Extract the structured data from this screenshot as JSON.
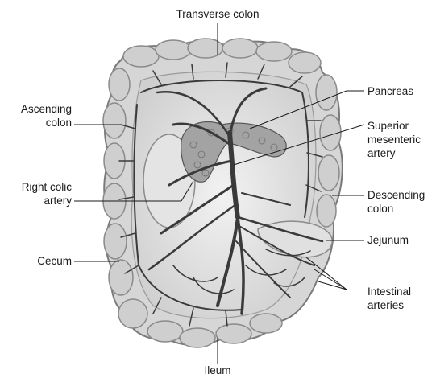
{
  "labels": {
    "transverse_colon": "Transverse colon",
    "ascending_colon": "Ascending\ncolon",
    "right_colic_artery": "Right colic\nartery",
    "cecum": "Cecum",
    "pancreas": "Pancreas",
    "superior_mesenteric_artery": "Superior\nmesenteric\nartery",
    "descending_colon": "Descending\ncolon",
    "jejunum": "Jejunum",
    "intestinal_arteries": "Intestinal\narteries",
    "ileum": "Ileum"
  },
  "colors": {
    "colon_fill": "#d9d9d9",
    "colon_outline": "#7a7a7a",
    "mesentery_fill": "#e6e6e6",
    "artery": "#3a3a3a",
    "pancreas_fill": "#9a9a9a",
    "leader_line": "#1a1a1a"
  }
}
